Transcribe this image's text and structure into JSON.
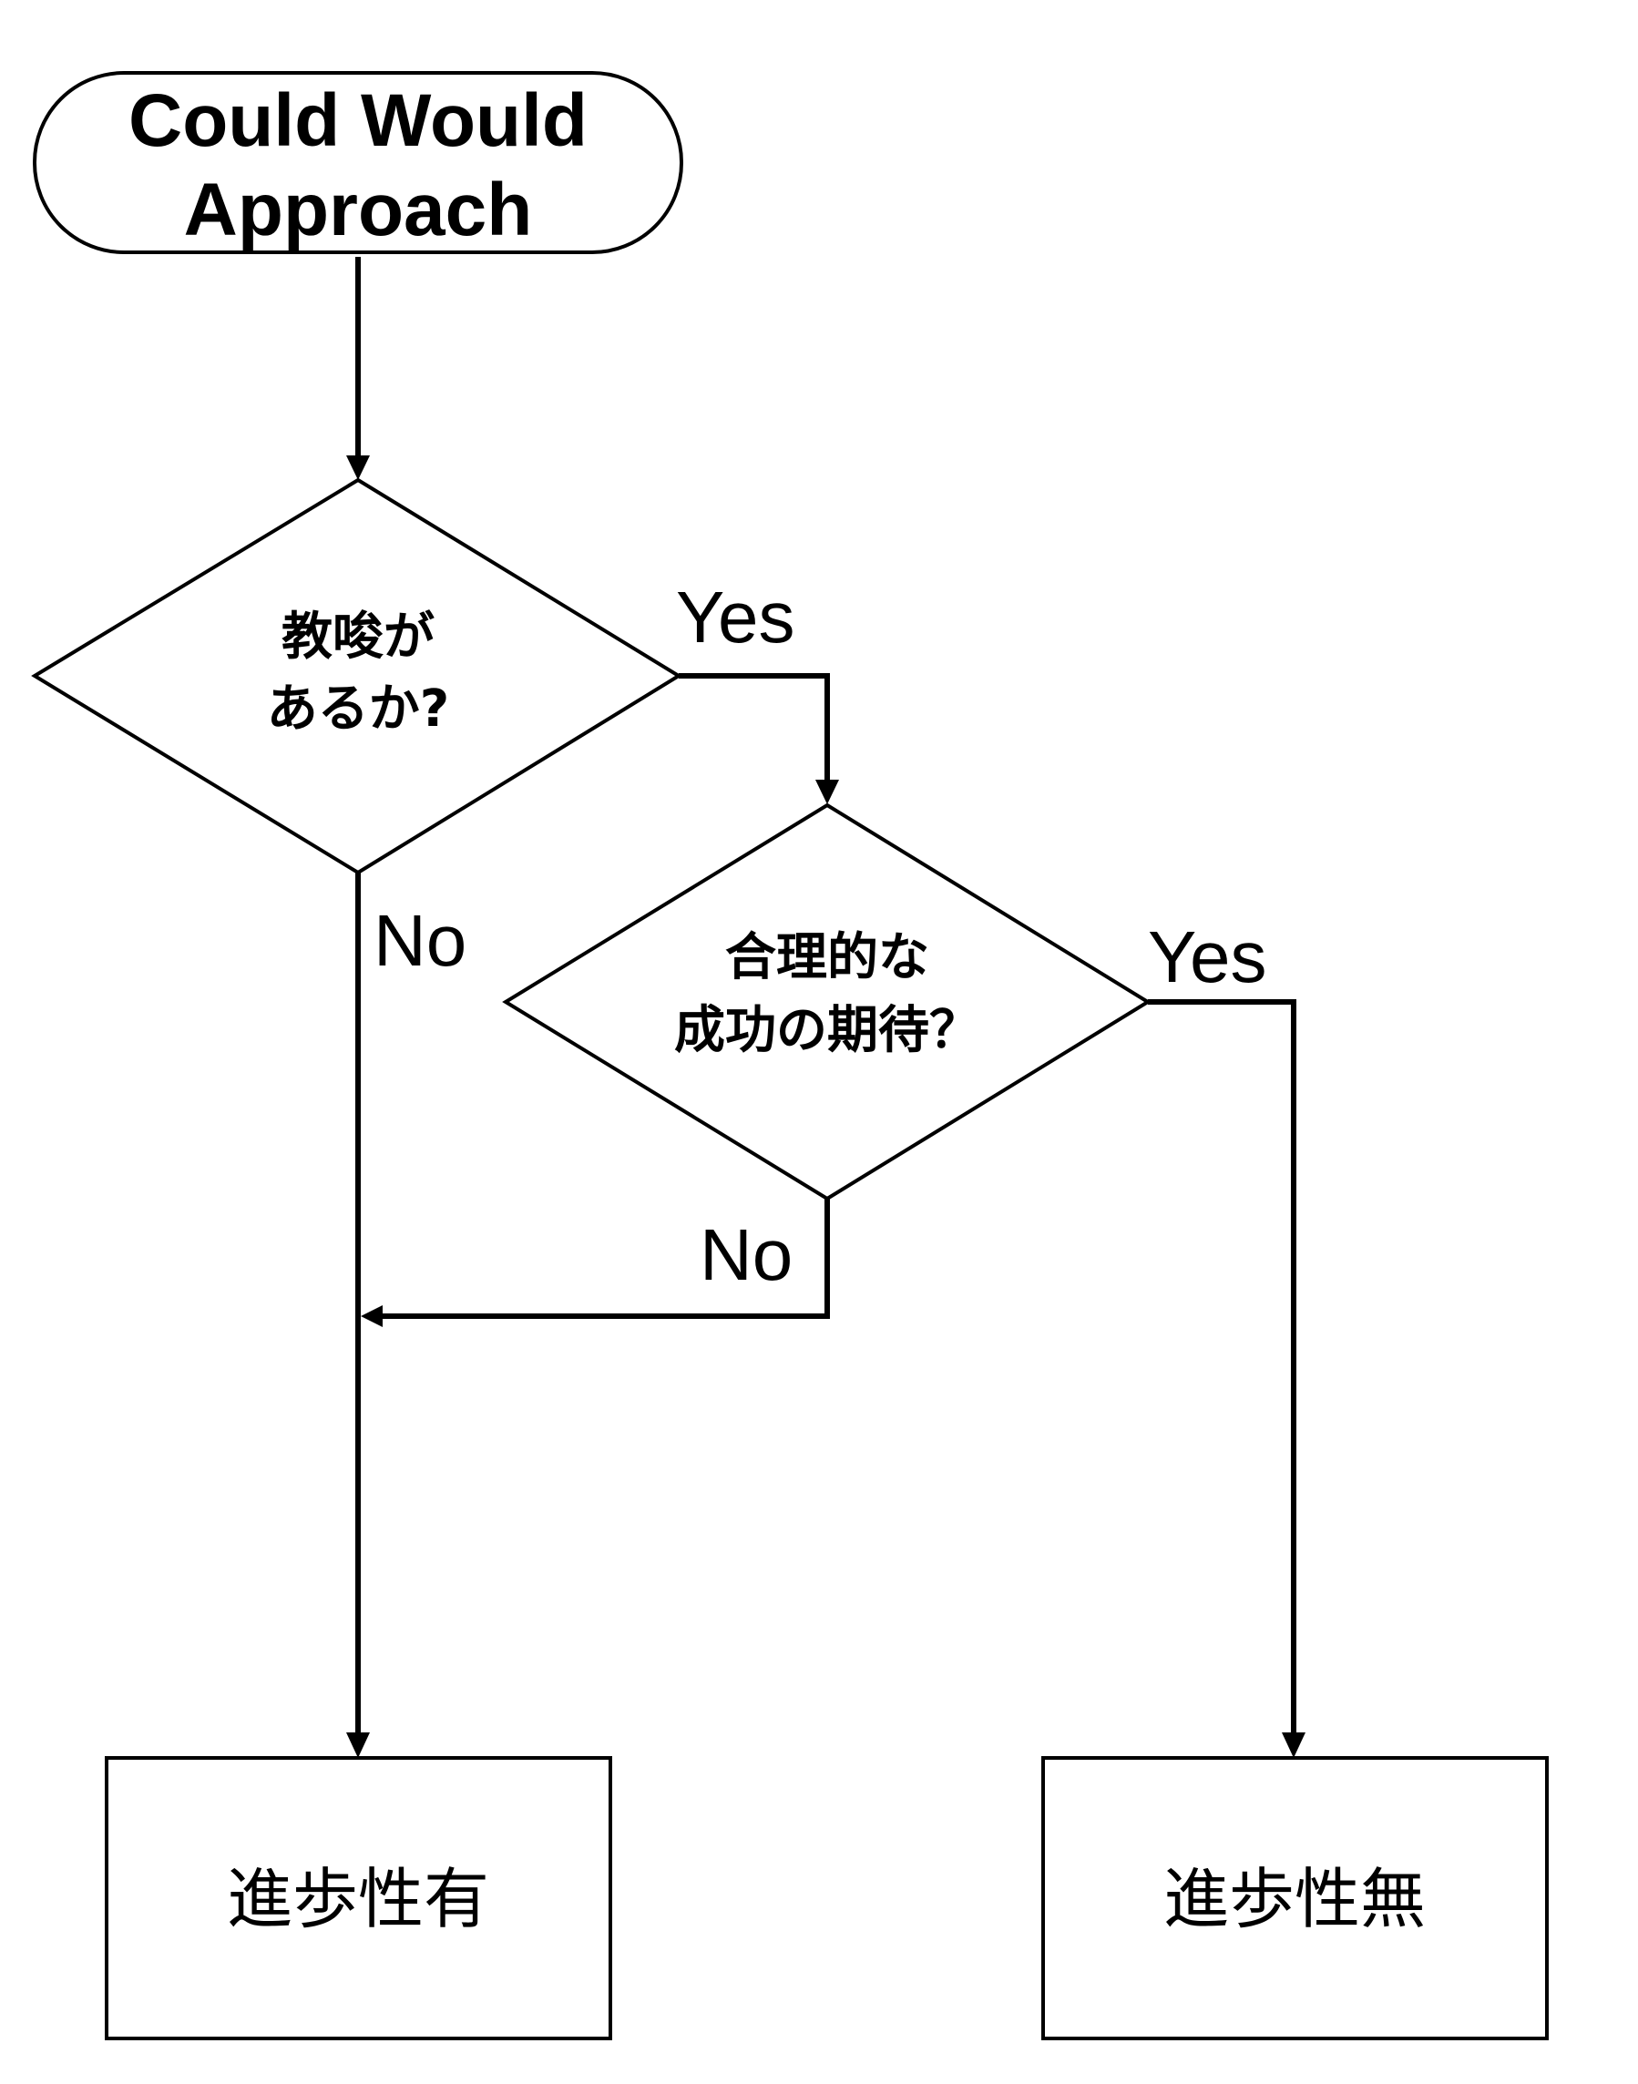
{
  "start": {
    "line1": "Could Would",
    "line2": "Approach"
  },
  "decision1": {
    "line1": "教唆が",
    "line2": "あるか?",
    "yes_label": "Yes",
    "no_label": "No"
  },
  "decision2": {
    "line1": "合理的な",
    "line2": "成功の期待？",
    "yes_label": "Yes",
    "no_label": "No"
  },
  "results": {
    "left": "進歩性有",
    "right": "進歩性無"
  },
  "colors": {
    "stroke": "#000000",
    "fill": "#ffffff"
  }
}
